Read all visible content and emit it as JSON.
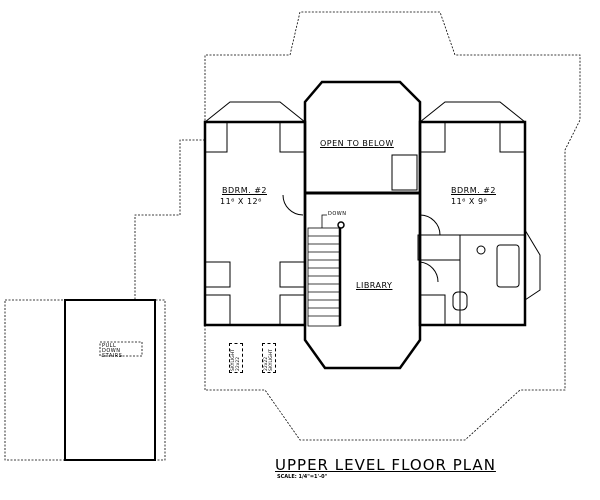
{
  "title": "UPPER LEVEL FLOOR PLAN",
  "scale": "SCALE: 1/4\"=1'-0\"",
  "rooms": {
    "open_to_below": "OPEN TO BELOW",
    "bedroom_left": {
      "name": "BDRM. #2",
      "size": "11⁶ X 12⁶"
    },
    "bedroom_right": {
      "name": "BDRM. #2",
      "size": "11⁶ X 9⁶"
    },
    "library": "LIBRARY",
    "stair_label": "DOWN"
  },
  "notes": {
    "pull_down_stairs": "PULL DOWN STAIRS",
    "skylight_1": "SKYLIGHT 22x22",
    "skylight_2": "22x22 SKYLIGHT"
  }
}
